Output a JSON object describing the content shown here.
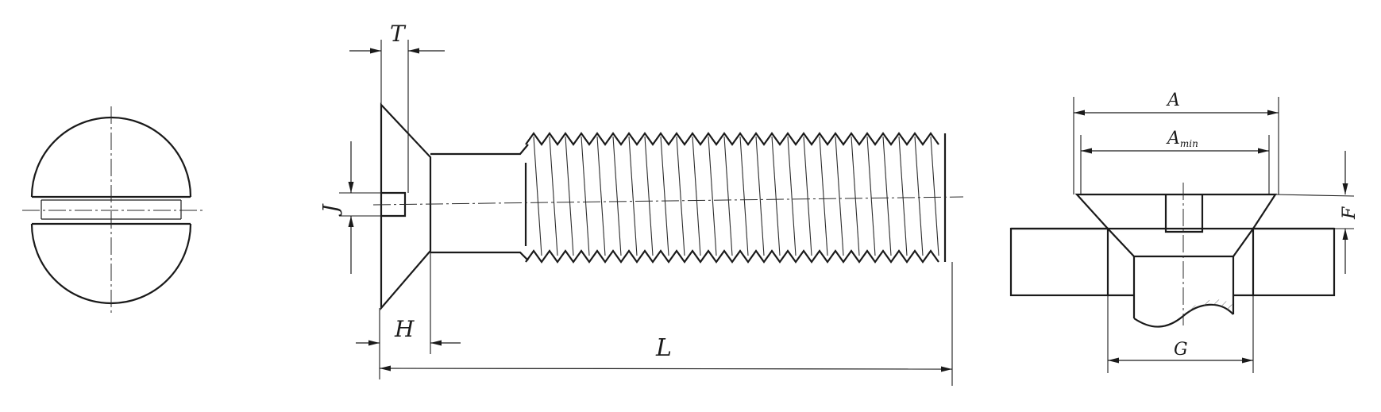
{
  "drawing": {
    "head_view": {},
    "side_view": {
      "label_T": "T",
      "label_J": "J",
      "label_H": "H",
      "label_L": "L"
    },
    "countersink_view": {
      "label_A": "A",
      "label_Amin_main": "A",
      "label_Amin_sub": "min",
      "label_F": "F",
      "label_G": "G"
    }
  }
}
